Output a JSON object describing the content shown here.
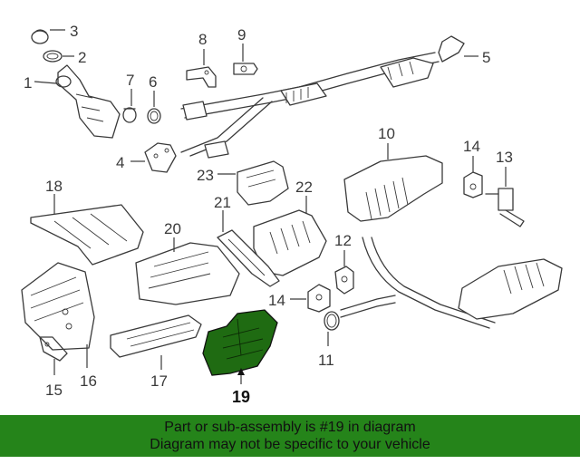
{
  "diagram": {
    "callouts": [
      "1",
      "2",
      "3",
      "4",
      "5",
      "6",
      "7",
      "8",
      "9",
      "10",
      "11",
      "12",
      "13",
      "14",
      "14",
      "15",
      "16",
      "17",
      "18",
      "19",
      "20",
      "21",
      "22",
      "23"
    ],
    "highlight_part": "19",
    "colors": {
      "highlight": "#1f6b12",
      "banner": "#25841a",
      "line": "#3a3a3a"
    }
  },
  "banner": {
    "line1": "Part or sub-assembly is #19 in diagram",
    "line2": "Diagram may not be specific to your vehicle"
  }
}
